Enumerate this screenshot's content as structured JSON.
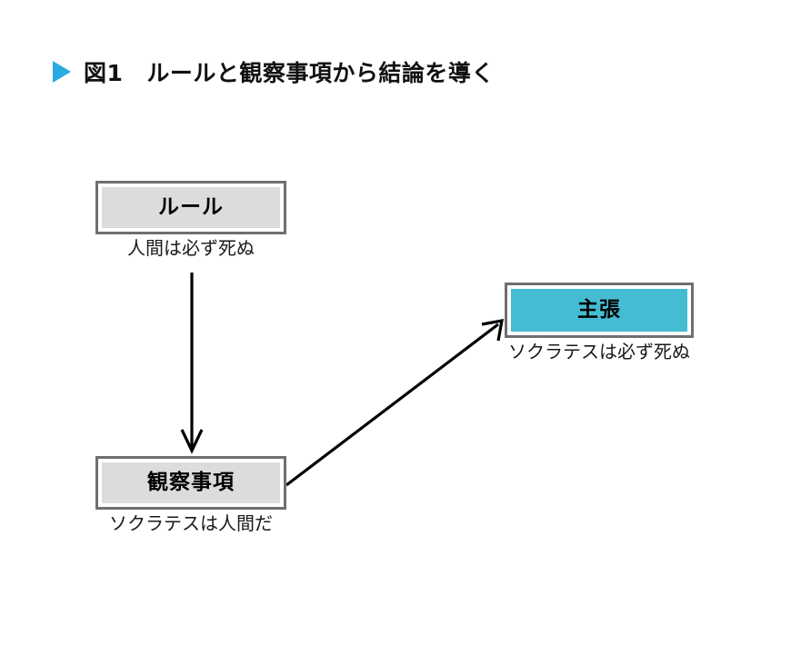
{
  "figure": {
    "title_marker": "figure-bullet-triangle",
    "label": "図1",
    "title": "ルールと観察事項から結論を導く",
    "bullet_color": "#29abe2"
  },
  "nodes": [
    {
      "id": "rule",
      "title": "ルール",
      "caption": "人間は必ず死ぬ",
      "fill": "#dcdcdc",
      "border": "#6f6f6f"
    },
    {
      "id": "observation",
      "title": "観察事項",
      "caption": "ソクラテスは人間だ",
      "fill": "#dcdcdc",
      "border": "#6f6f6f"
    },
    {
      "id": "claim",
      "title": "主張",
      "caption": "ソクラテスは必ず死ぬ",
      "fill": "#45bcd2",
      "border": "#6f6f6f"
    }
  ],
  "arrows": [
    {
      "id": "rule-to-observation",
      "from": "rule",
      "to": "observation",
      "direction": "down",
      "color": "#000000"
    },
    {
      "id": "observation-to-claim",
      "from": "observation",
      "to": "claim",
      "direction": "up-right",
      "color": "#000000"
    }
  ]
}
